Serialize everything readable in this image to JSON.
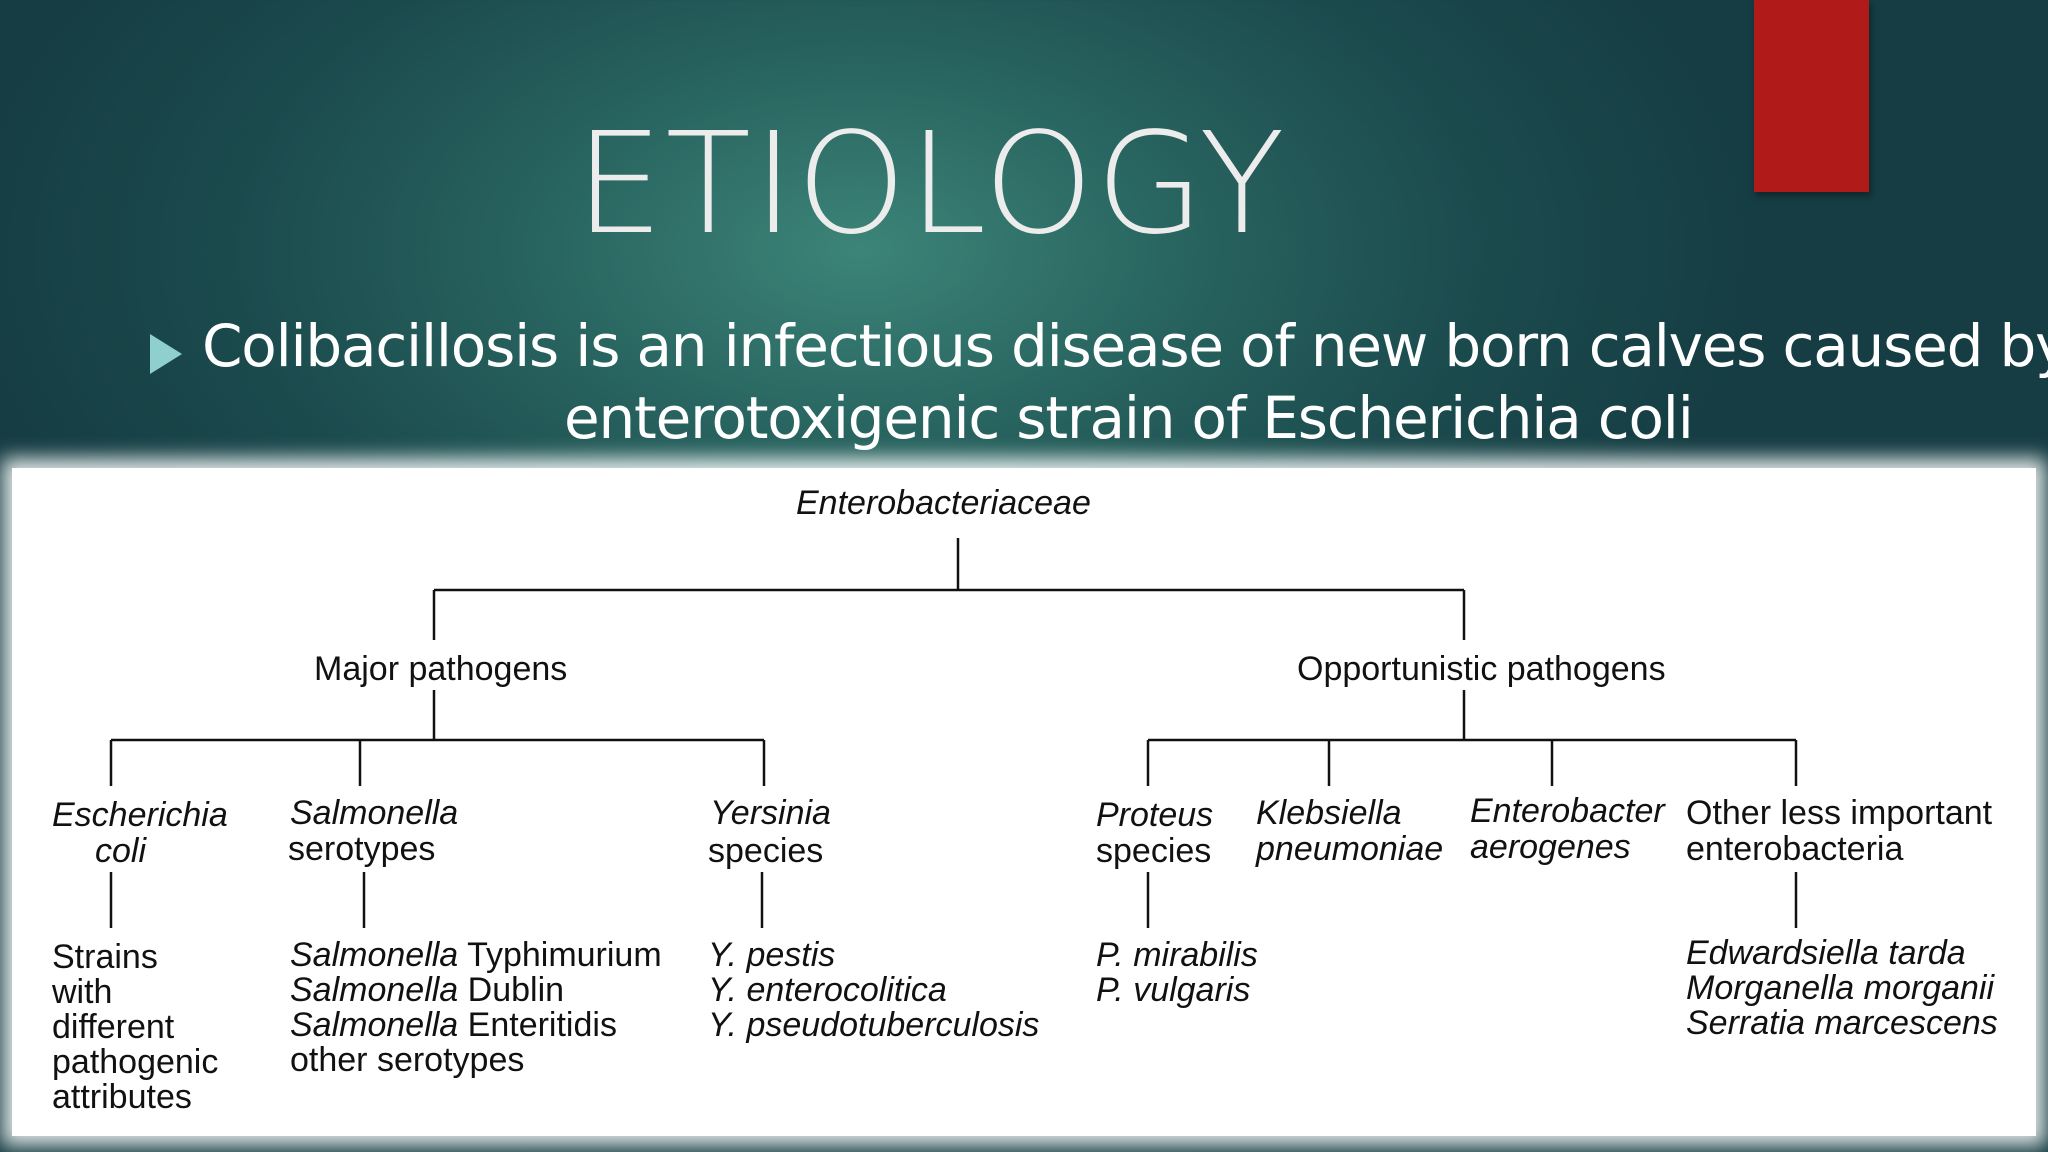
{
  "slide": {
    "title": "ETIOLOGY",
    "bullet_line1": "Colibacillosis  is an infectious disease of new born calves caused by",
    "bullet_line2": "enterotoxigenic strain of Escherichia coli",
    "colors": {
      "accent": "#b01a18",
      "bullet": "#8fd0cf",
      "background": "#1f5556"
    }
  },
  "diagram": {
    "root": "Enterobacteriaceae",
    "major": "Major pathogens",
    "opportunistic": "Opportunistic pathogens",
    "ecoli_l1": "Escherichia",
    "ecoli_l2": "coli",
    "salm_l1": "Salmonella",
    "salm_l2": "serotypes",
    "yers_l1": "Yersinia",
    "yers_l2": "species",
    "prot_l1": "Proteus",
    "prot_l2": "species",
    "kleb_l1": "Klebsiella",
    "kleb_l2": "pneumoniae",
    "entb_l1": "Enterobacter",
    "entb_l2": "aerogenes",
    "other_l1": "Other less important",
    "other_l2": "enterobacteria",
    "ecoli_leaf": [
      "Strains",
      "with",
      "different",
      "pathogenic",
      "attributes"
    ],
    "salm_leaf_genus": "Salmonella",
    "salm_leaf_1": "Typhimurium",
    "salm_leaf_2": "Dublin",
    "salm_leaf_3": "Enteritidis",
    "salm_leaf_4": "other serotypes",
    "yers_leaf": [
      "Y. pestis",
      "Y. enterocolitica",
      "Y. pseudotuberculosis"
    ],
    "prot_leaf": [
      "P. mirabilis",
      "P. vulgaris"
    ],
    "other_leaf": [
      "Edwardsiella tarda",
      "Morganella morganii",
      "Serratia marcescens"
    ]
  }
}
